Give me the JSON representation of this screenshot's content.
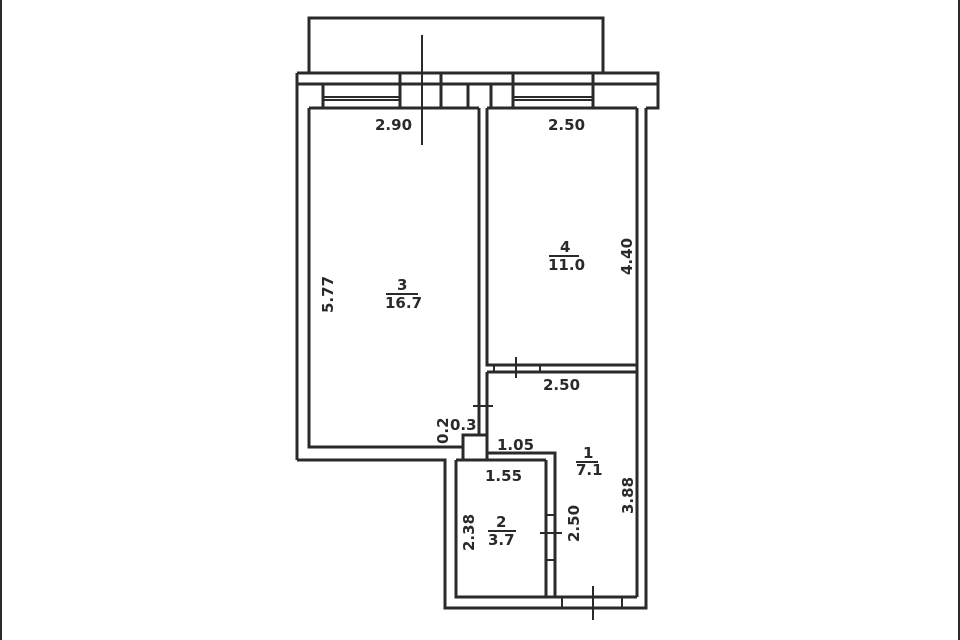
{
  "rooms": [
    {
      "number": "1",
      "area": "7.1"
    },
    {
      "number": "2",
      "area": "3.7"
    },
    {
      "number": "3",
      "area": "16.7"
    },
    {
      "number": "4",
      "area": "11.0"
    }
  ],
  "dimensions": {
    "room3_width": "2.90",
    "room3_length": "5.77",
    "room4_width": "2.50",
    "room4_length": "4.40",
    "room1_width": "2.50",
    "room1_length": "3.88",
    "room1_nook_width": "1.05",
    "room2_width": "1.55",
    "room2_length": "2.38",
    "room2_side": "2.50",
    "shaft_width": "0.3",
    "shaft_depth": "0.2"
  }
}
